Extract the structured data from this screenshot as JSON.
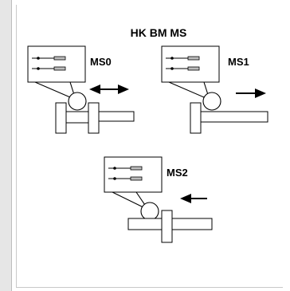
{
  "title": "HK BM MS",
  "modes": [
    {
      "label": "MS0",
      "motion": "both directions"
    },
    {
      "label": "MS1",
      "motion": "right"
    },
    {
      "label": "MS2",
      "motion": "left"
    }
  ]
}
